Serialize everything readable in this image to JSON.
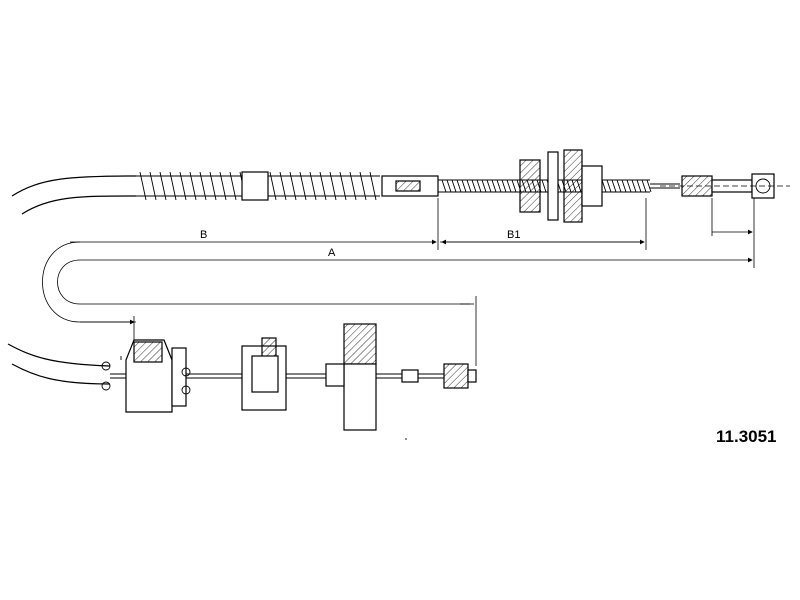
{
  "dimensions": {
    "label_b": "B",
    "label_b1": "B1",
    "label_a": "A"
  },
  "part_number": "11.3051"
}
